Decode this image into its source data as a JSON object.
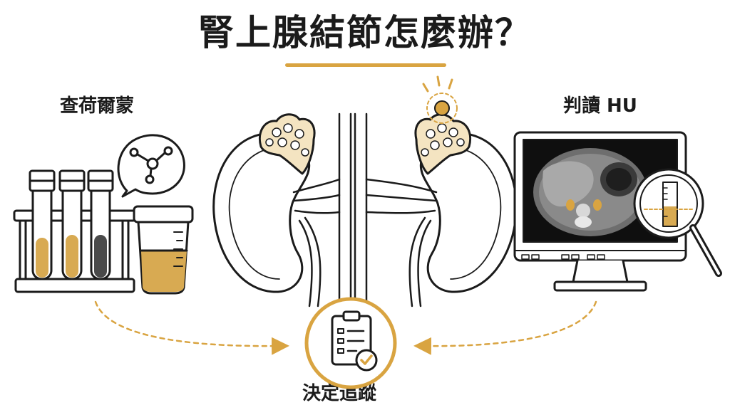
{
  "title": "腎上腺結節怎麼辦？",
  "sections": {
    "hormones": {
      "label": "查荷爾蒙",
      "icon": "test-tubes-and-urine-cup-icon"
    },
    "imaging": {
      "label": "判讀 HU",
      "icon": "ct-monitor-magnifier-icon"
    },
    "decision": {
      "label": "決定追蹤",
      "icon": "clipboard-checklist-icon"
    }
  },
  "center": {
    "icon": "kidneys-with-adrenal-nodule-icon"
  },
  "colors": {
    "accent": "#d9a441",
    "ink": "#1b1b1b",
    "fluid": "#d8aa52"
  }
}
